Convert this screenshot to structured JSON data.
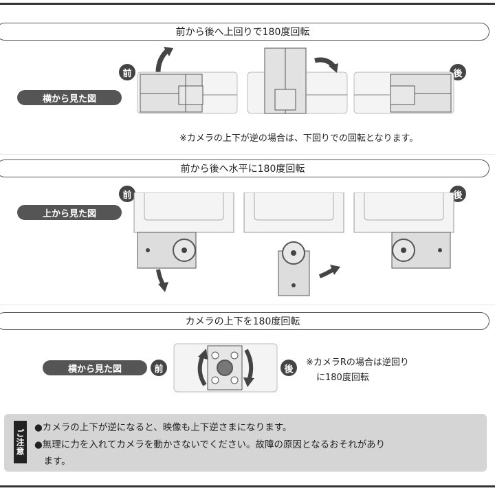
{
  "section1": {
    "title": "前から後へ上回りで180度回転",
    "view_label": "横から見た図",
    "front_badge": "前",
    "back_badge": "後",
    "note": "※カメラの上下が逆の場合は、下回りでの回転となります。"
  },
  "section2": {
    "title": "前から後へ水平に180度回転",
    "view_label": "上から見た図",
    "front_badge": "前",
    "back_badge": "後"
  },
  "section3": {
    "title": "カメラの上下を180度回転",
    "view_label": "横から見た図",
    "front_badge": "前",
    "back_badge": "後",
    "note_line1": "※カメラRの場合は逆回り",
    "note_line2": "に180度回転"
  },
  "caution": {
    "tag": "ご注意",
    "items": [
      "●カメラの上下が逆になると、映像も上下逆さまになります。",
      "●無理に力を入れてカメラを動かさないでください。故障の原因となるおそれがあり",
      "　ます。"
    ]
  },
  "icons": {
    "rotate_arrow": "curved-arrow-icon",
    "camera": "camera-illustration"
  }
}
